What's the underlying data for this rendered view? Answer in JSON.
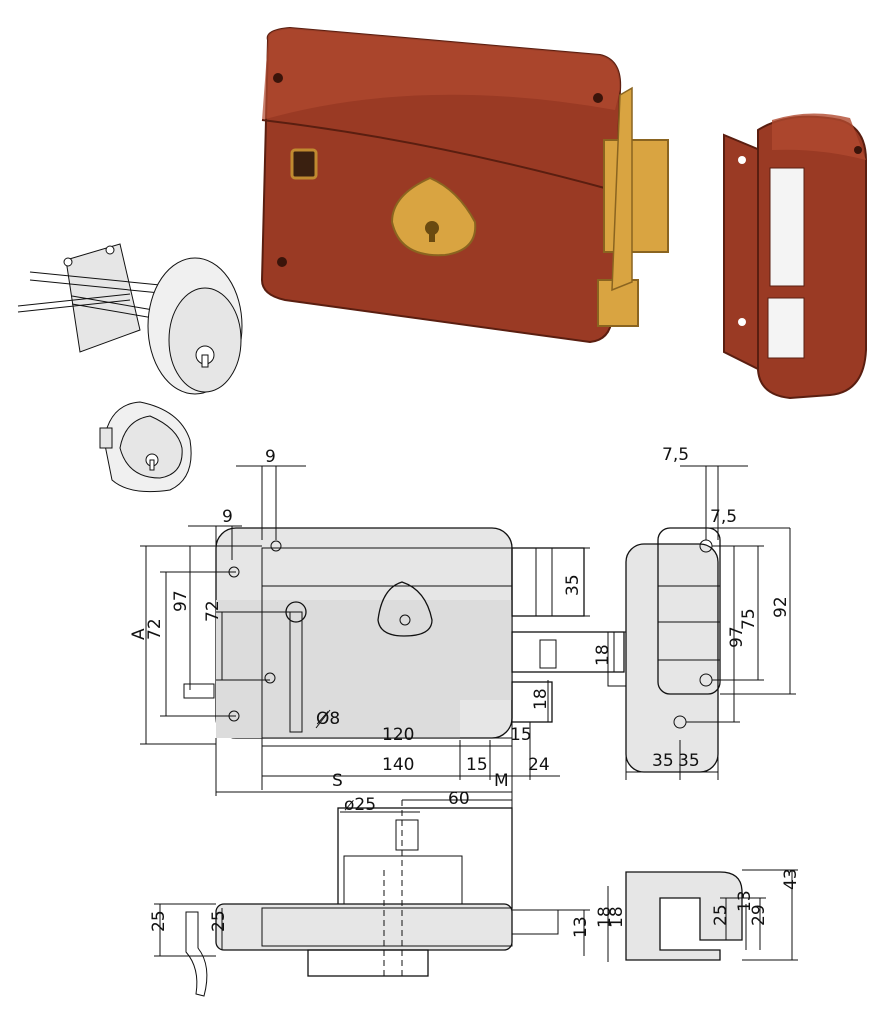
{
  "colors": {
    "lock_body": "#9a3a24",
    "lock_body_dark": "#6e2414",
    "brass": "#d9a441",
    "drawing_fill": "#e6e6e6",
    "line": "#111111"
  },
  "icons": {
    "lock_photo": "rim-lock-icon",
    "keeper_photo": "strike-keeper-icon",
    "cylinder_sketch": "cylinder-rosette-icon",
    "key_cover_sketch": "key-cover-icon"
  },
  "dimensions": {
    "front_view": {
      "top_9": "9",
      "left_9": "9",
      "A": "A",
      "d72_outer": "72",
      "d97": "97",
      "d72_inner": "72",
      "d35": "35",
      "d18_bolt": "18",
      "d18_latch": "18",
      "d15_right": "15",
      "d120": "120",
      "hole_dia": "Ø8",
      "d140": "140",
      "d15_bottom": "15",
      "d24": "24",
      "S": "S",
      "M": "M"
    },
    "keeper_view": {
      "d7_5_top": "7,5",
      "d7_5_side": "7,5",
      "d92": "92",
      "d75": "75",
      "d97": "97",
      "d35_left": "35",
      "d35_right": "35"
    },
    "top_view": {
      "d25_circle": "ø25",
      "d60": "60",
      "d25_left": "25",
      "d25_inner": "25",
      "d13": "13",
      "d18": "18"
    },
    "keeper_side_view": {
      "d43": "43",
      "d25": "25",
      "d29": "29",
      "d13": "13",
      "d18": "18"
    }
  }
}
